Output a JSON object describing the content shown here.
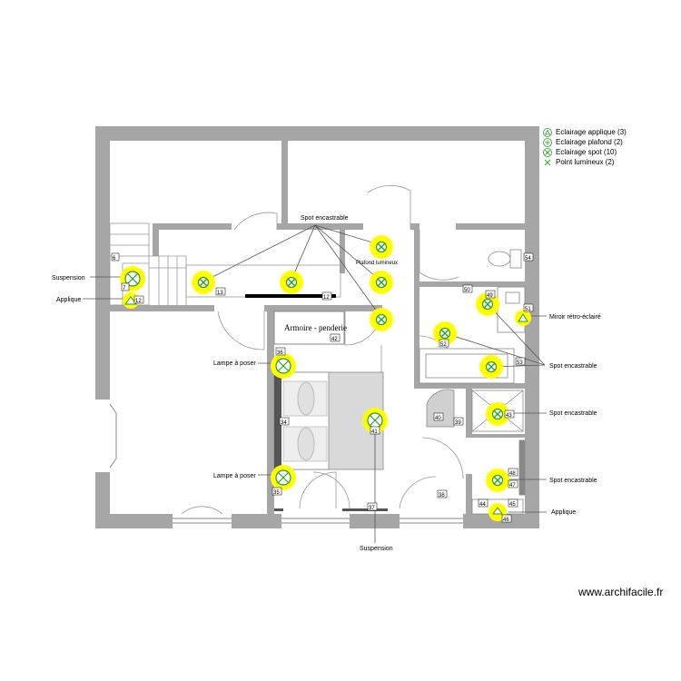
{
  "legend": {
    "items": [
      {
        "label": "Eclairage applique (3)",
        "icon": "applique-icon"
      },
      {
        "label": "Eclairage plafond (2)",
        "icon": "plafond-icon"
      },
      {
        "label": "Eclairage spot (10)",
        "icon": "spot-icon"
      },
      {
        "label": "Point lumineux (2)",
        "icon": "point-icon"
      }
    ]
  },
  "annotations": {
    "spot_top": "Spot encastrable",
    "suspension_left": "Suspension",
    "applique_left": "Applique",
    "plafond_label": "Plafond lumineux",
    "lampe_top": "Lampe à poser",
    "lampe_bottom": "Lampe à poser",
    "suspension_bottom": "Suspension",
    "miroir": "Miroir rétro-éclairé",
    "spot_right_1": "Spot encastrable",
    "spot_right_2": "Spot encastrable",
    "spot_right_3": "Spot encastrable",
    "applique_right": "Applique",
    "armoire": "Armoire - penderie"
  },
  "room_numbers": {
    "n6": "6",
    "n13": "13",
    "n12a": "12",
    "n12b": "12",
    "n7": "7",
    "n42": "42",
    "n36": "36",
    "n34": "34",
    "n35": "35",
    "n37": "37",
    "n41": "41",
    "n38": "38",
    "n40": "40",
    "n39": "39",
    "n43": "43",
    "n48": "48",
    "n47": "47",
    "n44": "44",
    "n45": "45",
    "n46": "46",
    "n50": "50",
    "n49": "49",
    "n51": "51",
    "n52": "52",
    "n53": "53",
    "n54": "54"
  },
  "colors": {
    "wall": "#a6a6a6",
    "light_fill": "#ffff00",
    "light_icon": "#2a9d2a",
    "annotation_line": "#555555"
  },
  "watermark": "www.archifacile.fr"
}
